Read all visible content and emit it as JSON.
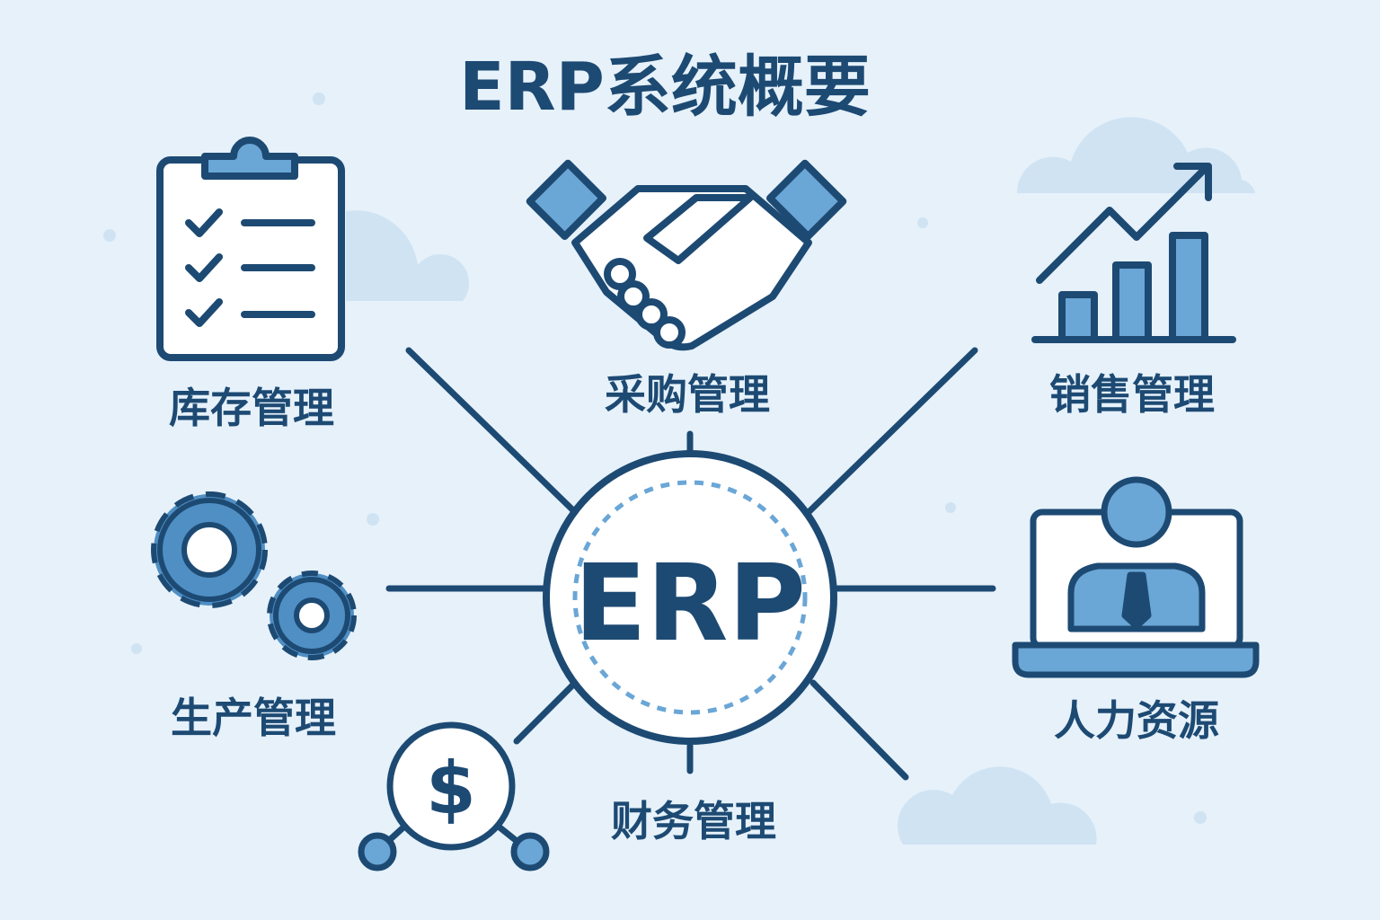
{
  "title": "ERP系统概要",
  "center": {
    "label": "ERP"
  },
  "modules": [
    {
      "label": "库存管理",
      "icon": "clipboard-checklist-icon"
    },
    {
      "label": "采购管理",
      "icon": "handshake-icon"
    },
    {
      "label": "销售管理",
      "icon": "bar-chart-growth-icon"
    },
    {
      "label": "生产管理",
      "icon": "gears-icon"
    },
    {
      "label": "人力资源",
      "icon": "laptop-person-icon"
    },
    {
      "label": "财务管理",
      "icon": "dollar-network-icon"
    }
  ],
  "colors": {
    "background": "#e6f1fa",
    "dark": "#1d4a73",
    "accent": "#6aa6d6",
    "cloud": "#cfe3f3"
  }
}
